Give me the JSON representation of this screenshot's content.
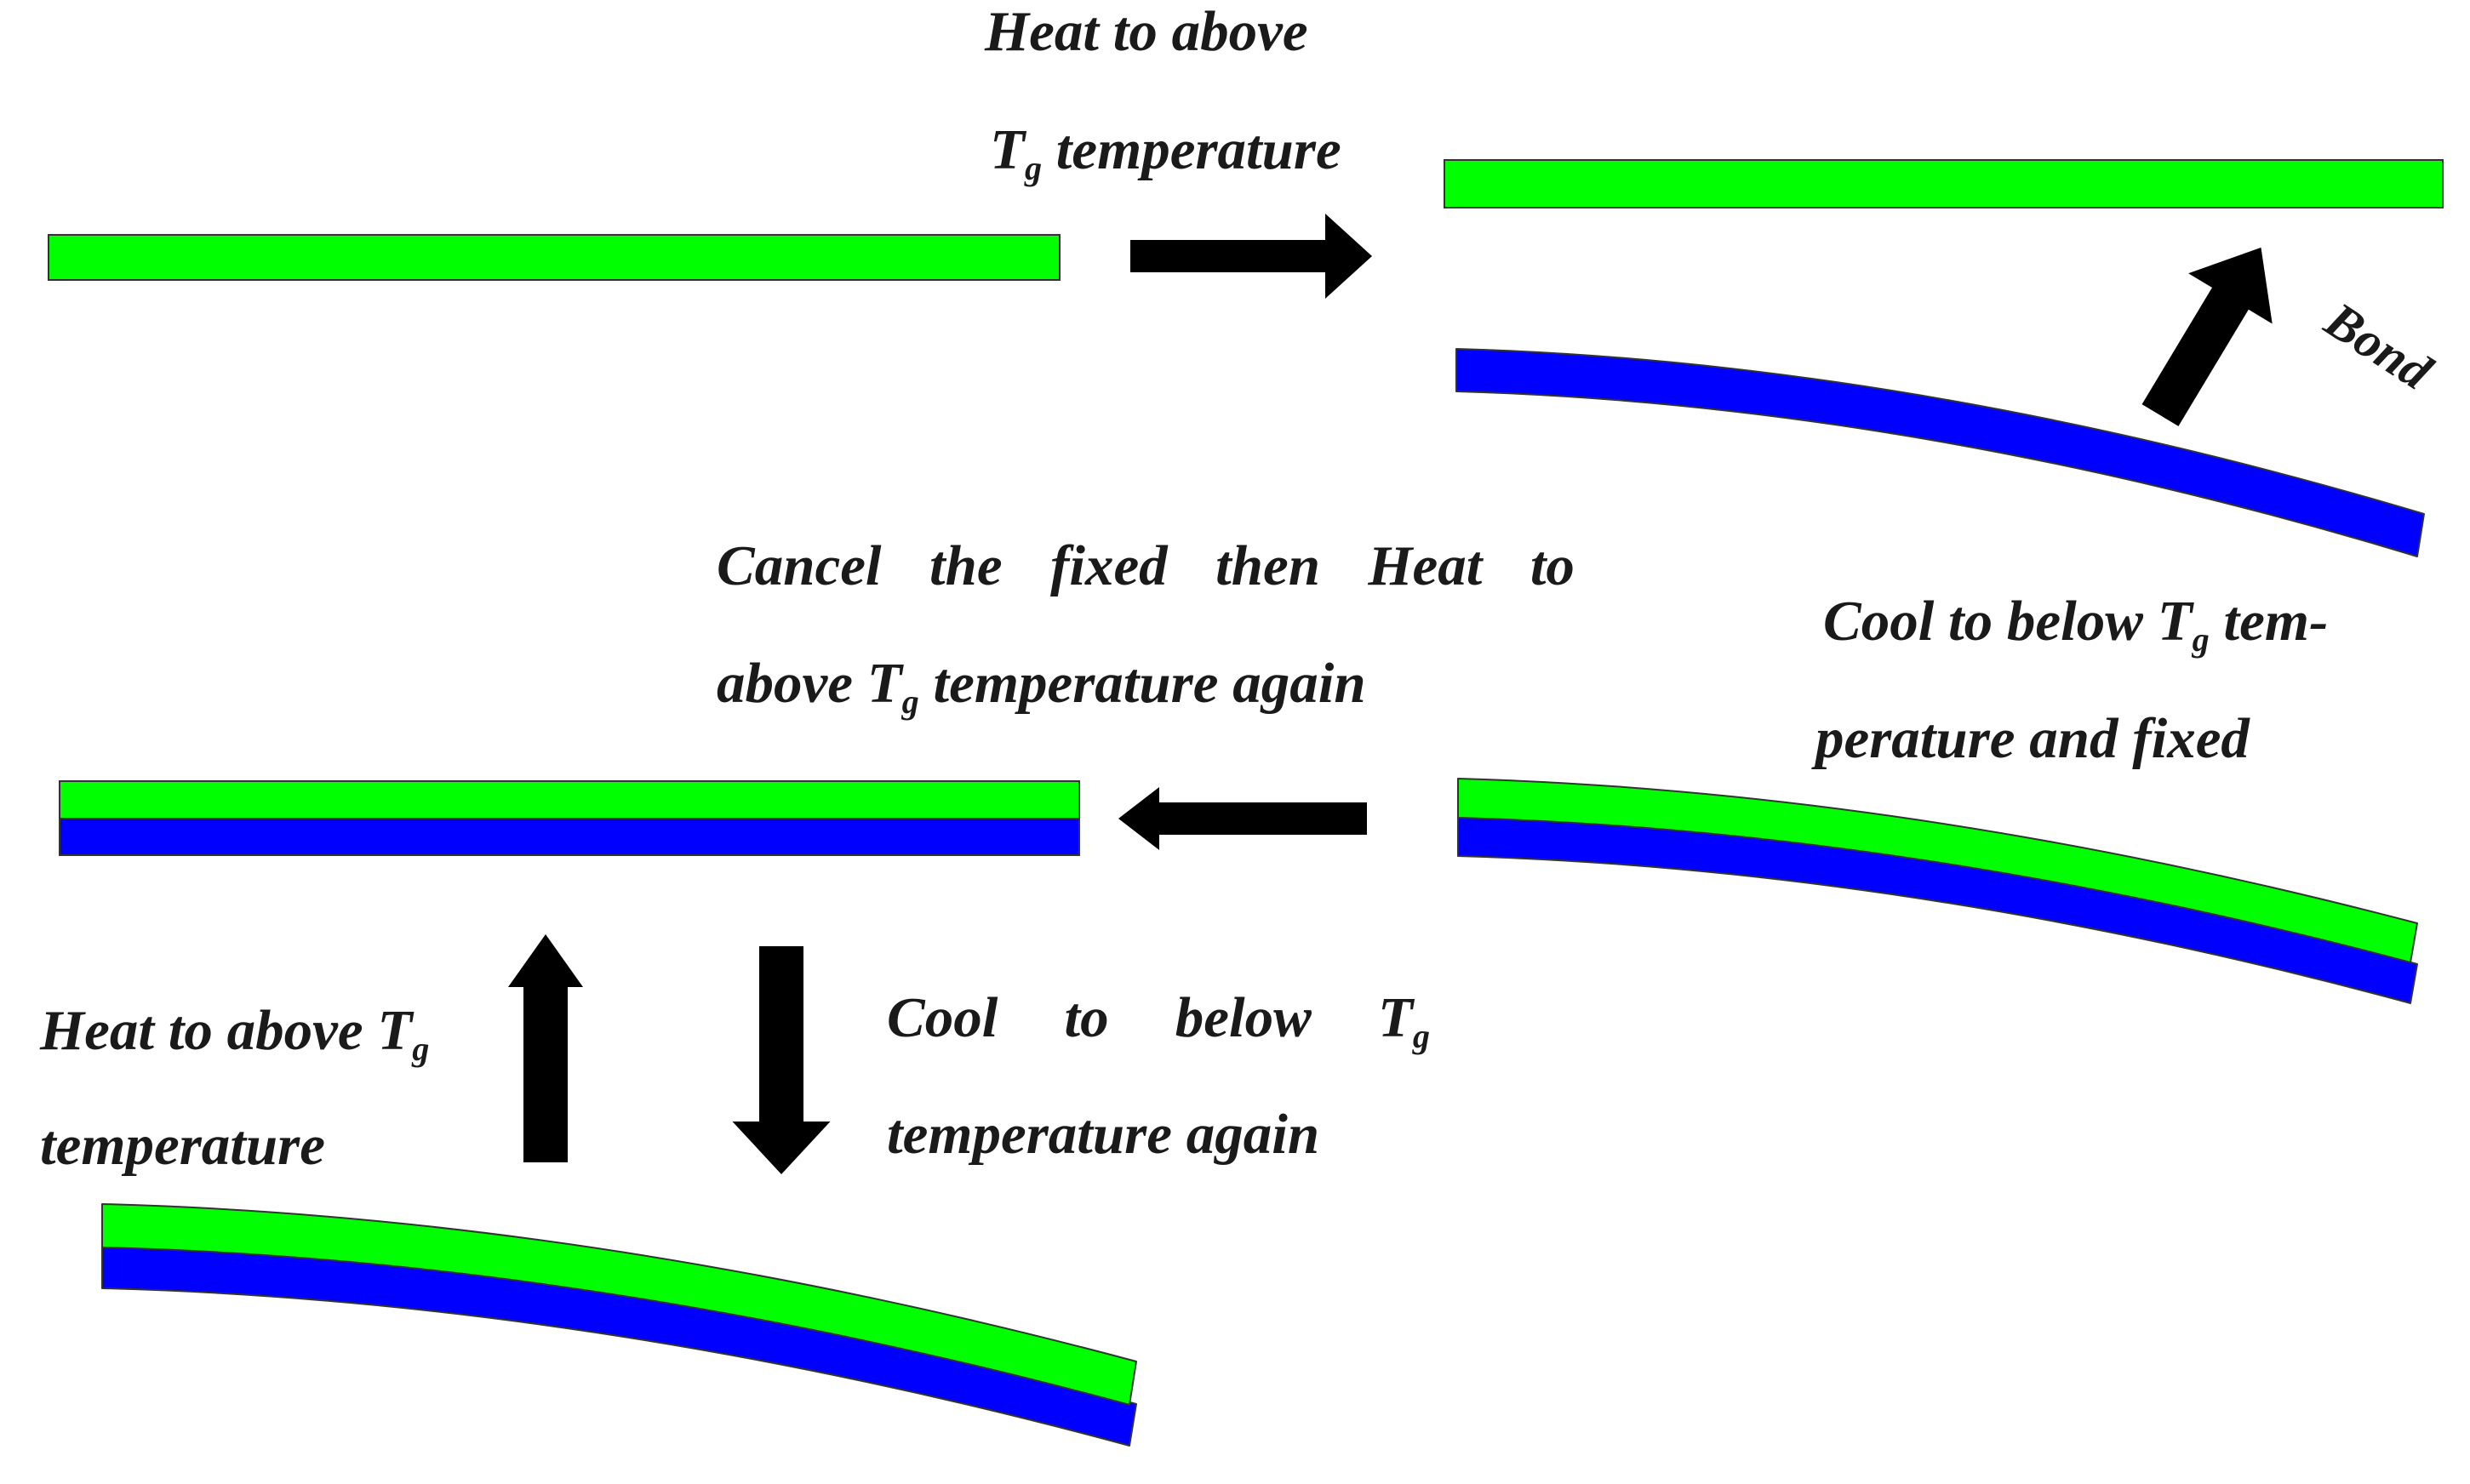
{
  "colors": {
    "green_layer": "#00ff00",
    "blue_layer": "#0000ff",
    "arrow": "#000000",
    "text": "#1a1a1a",
    "outline": "#333333"
  },
  "labels": {
    "heat_above_top": {
      "line1": "Heat to above",
      "line2_T": "T",
      "line2_sub": "g",
      "line2_rest": " temperature"
    },
    "bond": "Bond",
    "cool_below_fixed": {
      "line1_pre": "Cool to below ",
      "line1_T": "T",
      "line1_sub": "g",
      "line1_post": " tem-",
      "line2": "perature and fixed"
    },
    "cancel_fixed": {
      "line1_words": [
        "Cancel",
        "the",
        "fixed",
        "then",
        "Heat",
        "to"
      ],
      "line2_pre": "above ",
      "line2_T": "T",
      "line2_sub": "g",
      "line2_post": " temperature again"
    },
    "heat_above_left": {
      "line1_pre": "Heat to above ",
      "line1_T": "T",
      "line1_sub": "g",
      "line2": "temperature"
    },
    "cool_below_again": {
      "line1_words": [
        "Cool",
        "to",
        "below"
      ],
      "line1_T": "T",
      "line1_sub": "g",
      "line2": "temperature again"
    }
  }
}
